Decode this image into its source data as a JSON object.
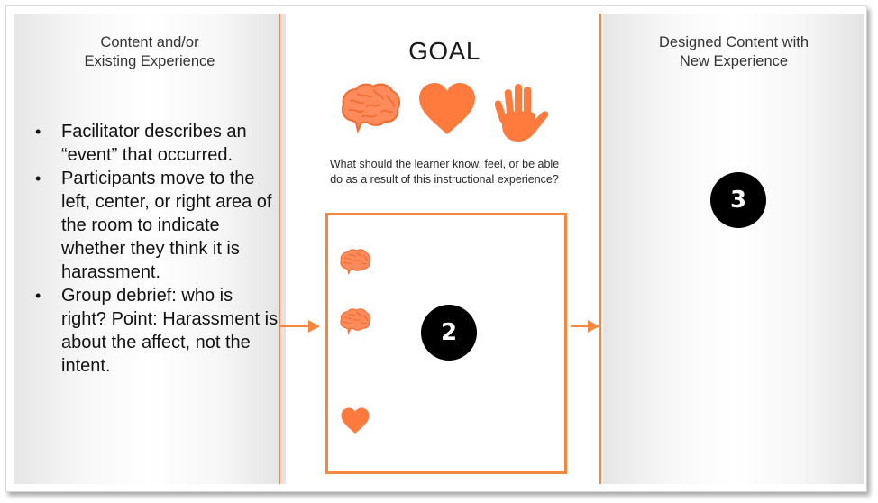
{
  "colors": {
    "accent": "#f5883e",
    "icon_orange": "#ff7a3d",
    "brain_orange": "#ff8a5c",
    "badge_bg": "#000000",
    "badge_text": "#ffffff"
  },
  "left_panel": {
    "title_line1": "Content and/or",
    "title_line2": "Existing Experience",
    "bullets": [
      "Facilitator describes an “event” that occurred.",
      "Participants move to the left, center, or right area of the room to indicate whether they think it is harassment.",
      "Group debrief: who is right? Point: Harassment is about the affect, not the intent."
    ]
  },
  "center_panel": {
    "title": "GOAL",
    "icons": [
      "brain-icon",
      "heart-icon",
      "hand-icon"
    ],
    "question_line1": "What should the learner know, feel, or be able",
    "question_line2": "do as a result of this instructional experience?",
    "box_icons": [
      "brain-icon",
      "brain-icon",
      "heart-icon"
    ],
    "badge": "2"
  },
  "right_panel": {
    "title_line1": "Designed Content with",
    "title_line2": "New Experience",
    "badge": "3"
  }
}
